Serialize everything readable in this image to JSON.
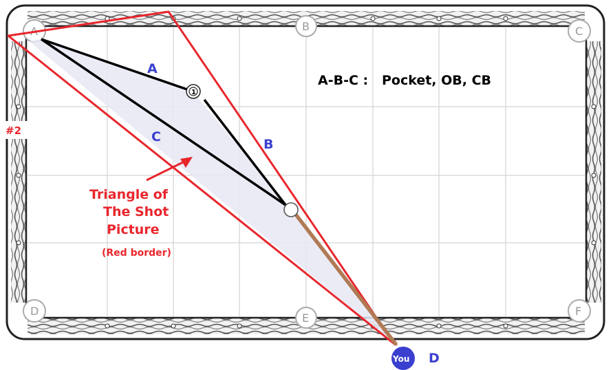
{
  "pockets": [
    {
      "id": "A",
      "label": "A"
    },
    {
      "id": "B",
      "label": "B"
    },
    {
      "id": "C",
      "label": "C"
    },
    {
      "id": "D",
      "label": "D"
    },
    {
      "id": "E",
      "label": "E"
    },
    {
      "id": "F",
      "label": "F"
    }
  ],
  "lines": {
    "a_label": "A",
    "b_label": "B",
    "c_label": "C"
  },
  "legend": {
    "text": "A-B-C :   Pocket, OB, CB"
  },
  "annotation": {
    "line1": "Triangle of",
    "line2": "The Shot",
    "line3": "Picture",
    "line4": "(Red border)"
  },
  "side_tag": "#2",
  "object_ball": {
    "number": "1"
  },
  "player": {
    "label": "You",
    "point_label": "D"
  },
  "colors": {
    "triangle_border": "#e8262c",
    "triangle_fill": "#e8e8f5",
    "label_blue": "#3a3fcf",
    "cue_stick": "#b07a55",
    "player_circle": "#3a3fcf"
  }
}
